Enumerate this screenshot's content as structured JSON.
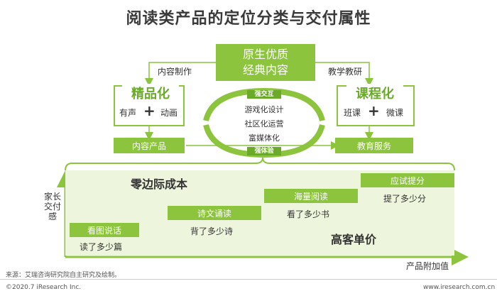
{
  "title": "阅读类产品的定位分类与交付属性",
  "top_box": {
    "line1": "原生优质",
    "line2": "经典内容"
  },
  "left_edge_label": "内容制作",
  "right_edge_label": "教学教研",
  "left_group": {
    "title": "精品化",
    "item_a": "有声",
    "item_b": "动画",
    "plus": "+"
  },
  "right_group": {
    "title": "课程化",
    "item_a": "班课",
    "item_b": "微课",
    "plus": "+"
  },
  "center": {
    "top_tag": "强交互",
    "items": [
      "游戏化设计",
      "社区化运营",
      "富媒体化"
    ],
    "bottom_tag": "强体验"
  },
  "left_output": "内容产品",
  "right_output": "教育服务",
  "area_labels": {
    "top_left": "零边际成本",
    "bottom_right": "高客单价"
  },
  "steps": [
    {
      "label": "看图说话",
      "sub": "读了多少篇"
    },
    {
      "label": "诗文诵读",
      "sub": "背了多少诗"
    },
    {
      "label": "海量阅读",
      "sub": "看了多少书"
    },
    {
      "label": "应试提分",
      "sub": "提了多少分"
    }
  ],
  "y_axis_label": [
    "家长",
    "交付",
    "感"
  ],
  "x_axis_label": "产品附加值",
  "source": "来源：艾瑞咨询研究院自主研究及绘制。",
  "copyright": "©2020.7 iResearch Inc.",
  "website": "www.iresearch.com.cn",
  "colors": {
    "accent": "#8cc43d",
    "accent_dark": "#6aaa28",
    "area": "#eef5dd"
  }
}
